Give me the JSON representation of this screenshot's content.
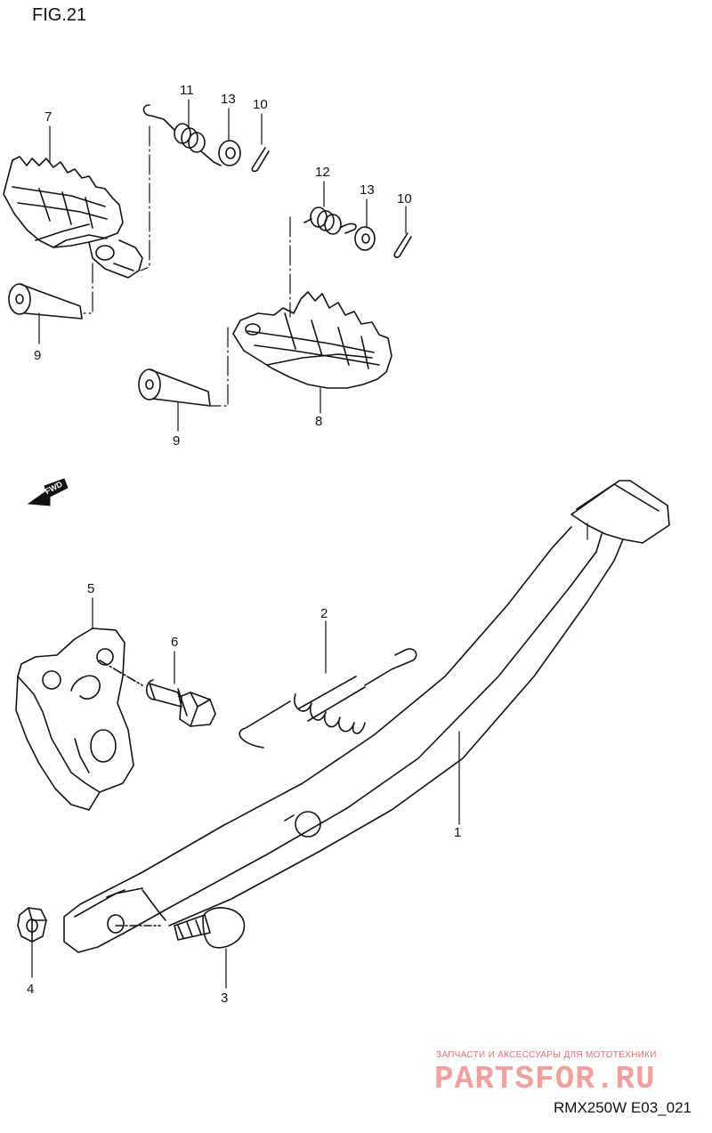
{
  "figure_title": "FIG.21",
  "diagram_code": "RMX250W E03_021",
  "fwd_label": "FWD",
  "watermark": {
    "top_line": "ЗАПЧАСТИ И АКСЕССУАРЫ ДЛЯ МОТОТЕХНИКИ",
    "logo_text": "PARTSFOR.RU"
  },
  "callouts": {
    "p1": "1",
    "p2": "2",
    "p3": "3",
    "p4": "4",
    "p5": "5",
    "p6": "6",
    "p7": "7",
    "p8": "8",
    "p9a": "9",
    "p9b": "9",
    "p10a": "10",
    "p10b": "10",
    "p11": "11",
    "p12": "12",
    "p13a": "13",
    "p13b": "13"
  },
  "colors": {
    "line": "#111111",
    "watermark": "#ef6b6b"
  }
}
